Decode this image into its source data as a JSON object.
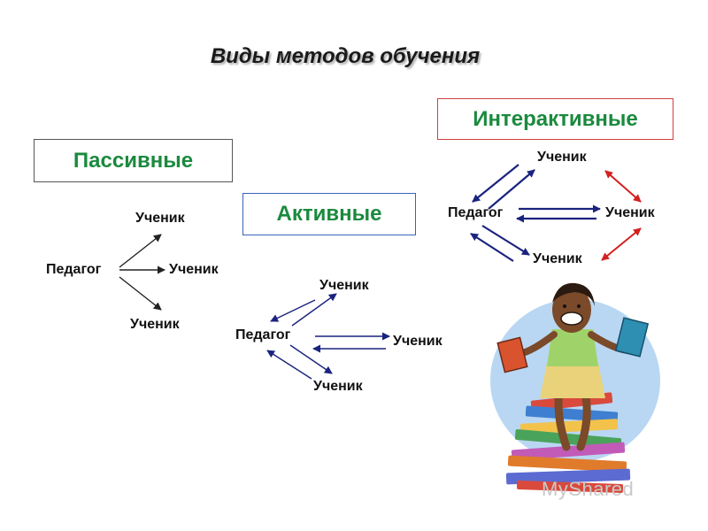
{
  "title": "Виды методов обучения",
  "boxes": {
    "passive": "Пассивные",
    "active": "Активные",
    "interactive": "Интерактивные"
  },
  "passive": {
    "teacher": "Педагог",
    "student_top": "Ученик",
    "student_mid": "Ученик",
    "student_bottom": "Ученик"
  },
  "active": {
    "teacher": "Педагог",
    "student_top": "Ученик",
    "student_mid": "Ученик",
    "student_bottom": "Ученик"
  },
  "interactive": {
    "teacher": "Педагог",
    "student_top": "Ученик",
    "student_right": "Ученик",
    "student_bottom": "Ученик"
  },
  "watermark": "MyShared",
  "colors": {
    "title_box_text": "#1b8a3e",
    "arrow_blue": "#1a237e",
    "arrow_red": "#d32020"
  }
}
